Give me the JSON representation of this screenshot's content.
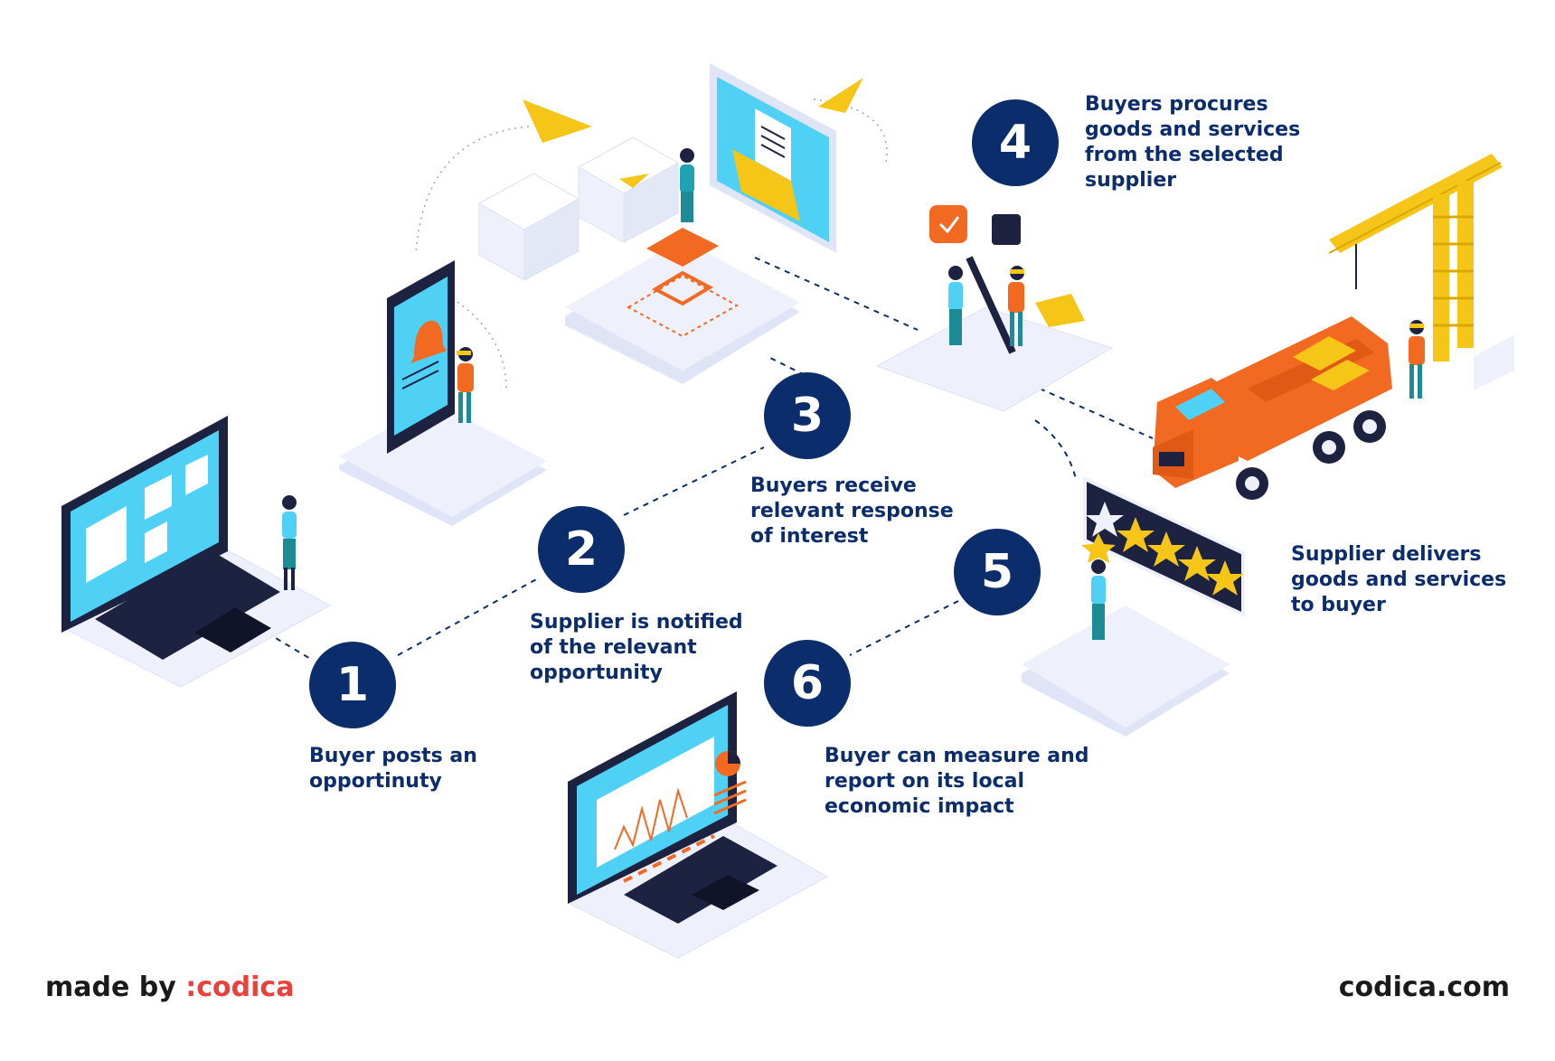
{
  "steps": [
    {
      "number": "1",
      "label": "Buyer posts an\nopportinuty"
    },
    {
      "number": "2",
      "label": "Supplier is notified\nof the relevant\nopportunity"
    },
    {
      "number": "3",
      "label": "Buyers receive\nrelevant response\nof interest"
    },
    {
      "number": "4",
      "label": "Buyers procures\ngoods and services\nfrom the selected\nsupplier"
    },
    {
      "number": "5",
      "label": "Supplier delivers\ngoods and services\nto buyer"
    },
    {
      "number": "6",
      "label": "Buyer can measure and\nreport on its local\neconomic impact"
    }
  ],
  "footer": {
    "made_by_prefix": "made by",
    "brand": ":codica",
    "website": "codica.com"
  },
  "colors": {
    "navy": "#0c2d6b",
    "orange": "#f26a21",
    "yellow": "#f5c518",
    "teal": "#1fa3b0",
    "screen_blue": "#4fd1f5",
    "platform": "#eef1fb",
    "brand_red": "#e8423a"
  }
}
